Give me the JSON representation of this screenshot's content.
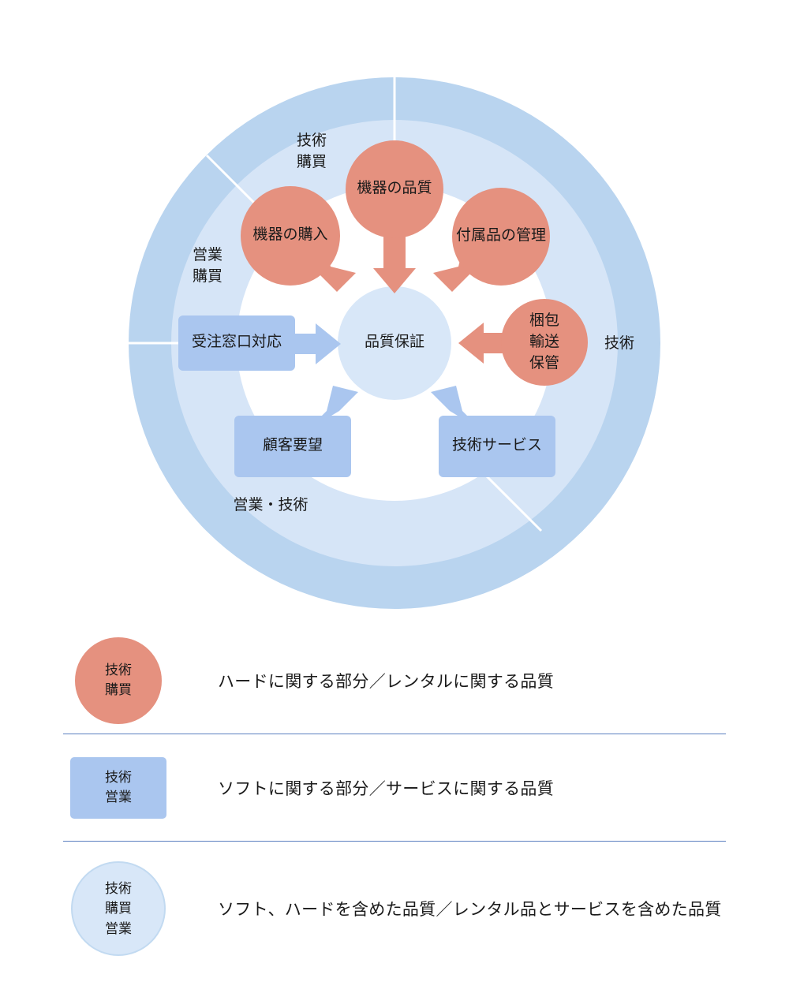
{
  "diagram": {
    "center": {
      "label": "品質保証"
    },
    "ring_sector_labels": [
      {
        "id": "tech-purchase",
        "text": "技術\n購買"
      },
      {
        "id": "sales-purchase",
        "text": "営業\n購買"
      },
      {
        "id": "tech",
        "text": "技術"
      },
      {
        "id": "sales-tech",
        "text": "営業・技術"
      }
    ],
    "red_nodes": [
      {
        "id": "equipment-purchase",
        "label": "機器の購入"
      },
      {
        "id": "equipment-quality",
        "label": "機器の品質"
      },
      {
        "id": "accessory-management",
        "label": "付属品の管理"
      },
      {
        "id": "packing-transport-storage",
        "label": "梱包\n輸送\n保管"
      }
    ],
    "blue_nodes": [
      {
        "id": "order-desk-response",
        "label": "受注窓口対応"
      },
      {
        "id": "customer-request",
        "label": "顧客要望"
      },
      {
        "id": "technical-service",
        "label": "技術サービス"
      }
    ],
    "colors": {
      "red": "#e5917f",
      "blue_box": "#aac6ef",
      "ring_outer": "#b9d4ef",
      "ring_inner": "#d6e5f7",
      "center_circle": "#d8e7f8",
      "divider": "#5b7fc0"
    }
  },
  "legend": {
    "rows": [
      {
        "swatch_type": "circle-red",
        "swatch_label": "技術\n購買",
        "description": "ハードに関する部分／レンタルに関する品質"
      },
      {
        "swatch_type": "rect-blue",
        "swatch_label": "技術\n営業",
        "description": "ソフトに関する部分／サービスに関する品質"
      },
      {
        "swatch_type": "circle-light",
        "swatch_label": "技術\n購買\n営業",
        "description": "ソフト、ハードを含めた品質／レンタル品とサービスを含めた品質"
      }
    ]
  }
}
